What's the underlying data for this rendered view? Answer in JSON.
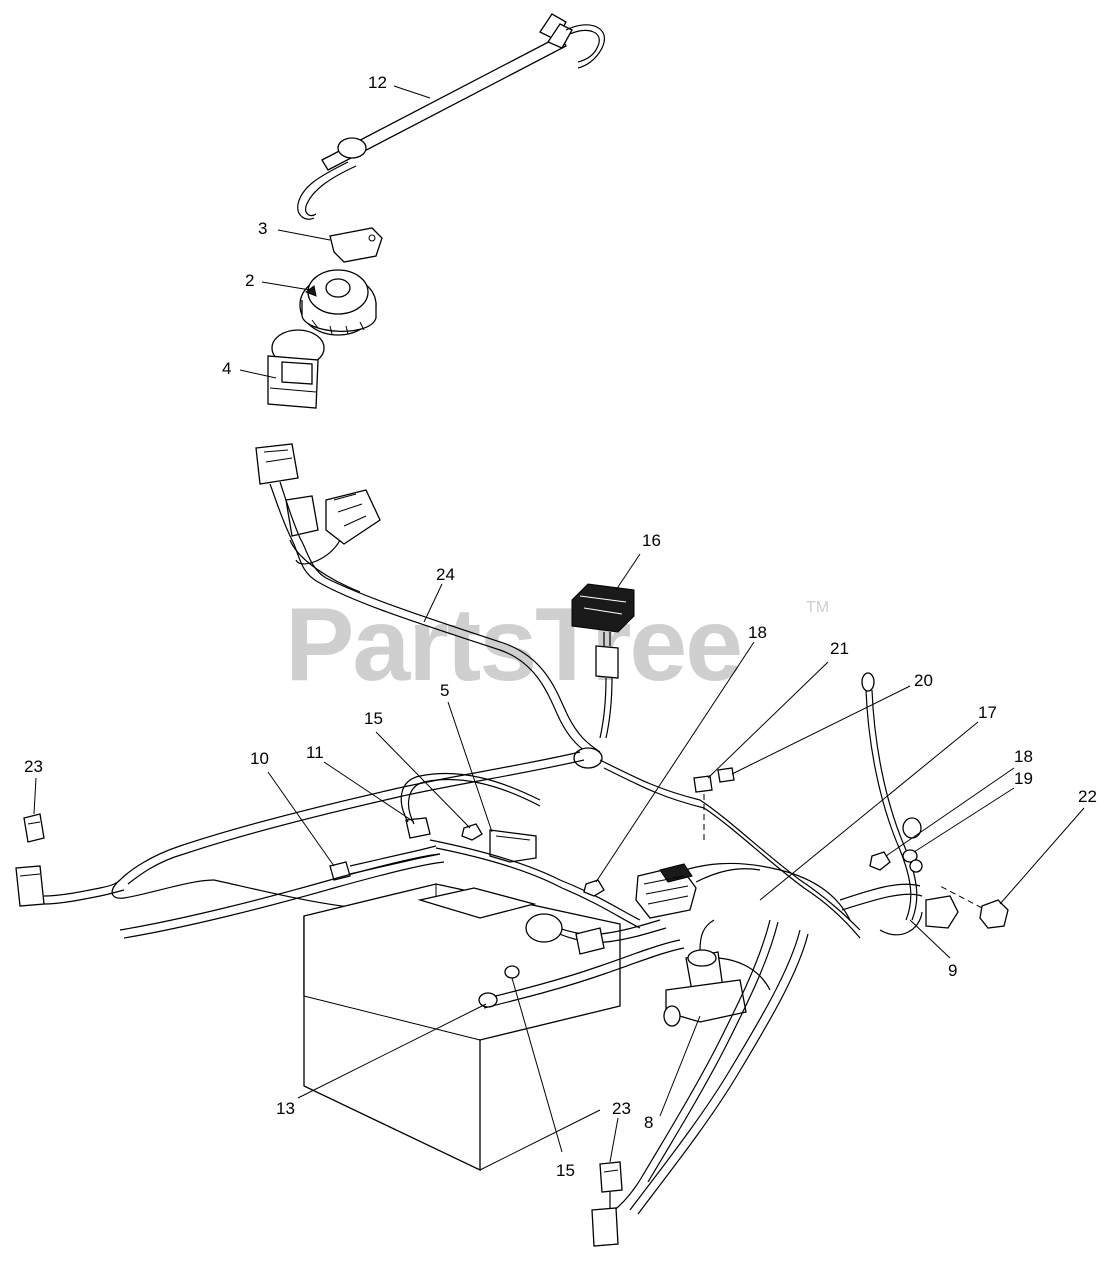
{
  "watermark": {
    "text": "PartsTree",
    "tm": "TM",
    "color": "#cfcfcf"
  },
  "callouts": [
    {
      "id": "c12",
      "label": "12"
    },
    {
      "id": "c3",
      "label": "3"
    },
    {
      "id": "c2",
      "label": "2"
    },
    {
      "id": "c4",
      "label": "4"
    },
    {
      "id": "c16",
      "label": "16"
    },
    {
      "id": "c24",
      "label": "24"
    },
    {
      "id": "c18a",
      "label": "18"
    },
    {
      "id": "c21",
      "label": "21"
    },
    {
      "id": "c20",
      "label": "20"
    },
    {
      "id": "c17",
      "label": "17"
    },
    {
      "id": "c18b",
      "label": "18"
    },
    {
      "id": "c19",
      "label": "19"
    },
    {
      "id": "c22",
      "label": "22"
    },
    {
      "id": "c5",
      "label": "5"
    },
    {
      "id": "c15a",
      "label": "15"
    },
    {
      "id": "c11",
      "label": "11"
    },
    {
      "id": "c10",
      "label": "10"
    },
    {
      "id": "c23a",
      "label": "23"
    },
    {
      "id": "c9",
      "label": "9"
    },
    {
      "id": "c13",
      "label": "13"
    },
    {
      "id": "c8",
      "label": "8"
    },
    {
      "id": "c23b",
      "label": "23"
    },
    {
      "id": "c15b",
      "label": "15"
    }
  ]
}
